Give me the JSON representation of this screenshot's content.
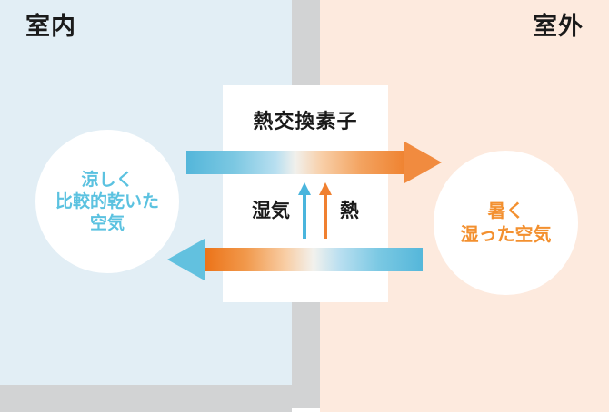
{
  "diagram": {
    "title_indoor": "室内",
    "title_outdoor": "室外",
    "colors": {
      "indoor_bg": "#e2eef5",
      "outdoor_bg": "#fdeade",
      "wall": "#d2d3d4",
      "cool_text": "#5bc2e0",
      "hot_text": "#f3902f",
      "blue_arrow": "#55b7da",
      "orange_arrow": "#f18b3f"
    }
  },
  "indoor_air": {
    "line1": "涼しく",
    "line2": "比較的乾いた",
    "line3": "空気"
  },
  "outdoor_air": {
    "line1": "暑く",
    "line2": "湿った空気"
  },
  "exchanger": {
    "title": "熱交換素子",
    "moisture_label": "湿気",
    "heat_label": "熱"
  },
  "flows": {
    "outgoing_direction": "right",
    "incoming_direction": "left"
  }
}
